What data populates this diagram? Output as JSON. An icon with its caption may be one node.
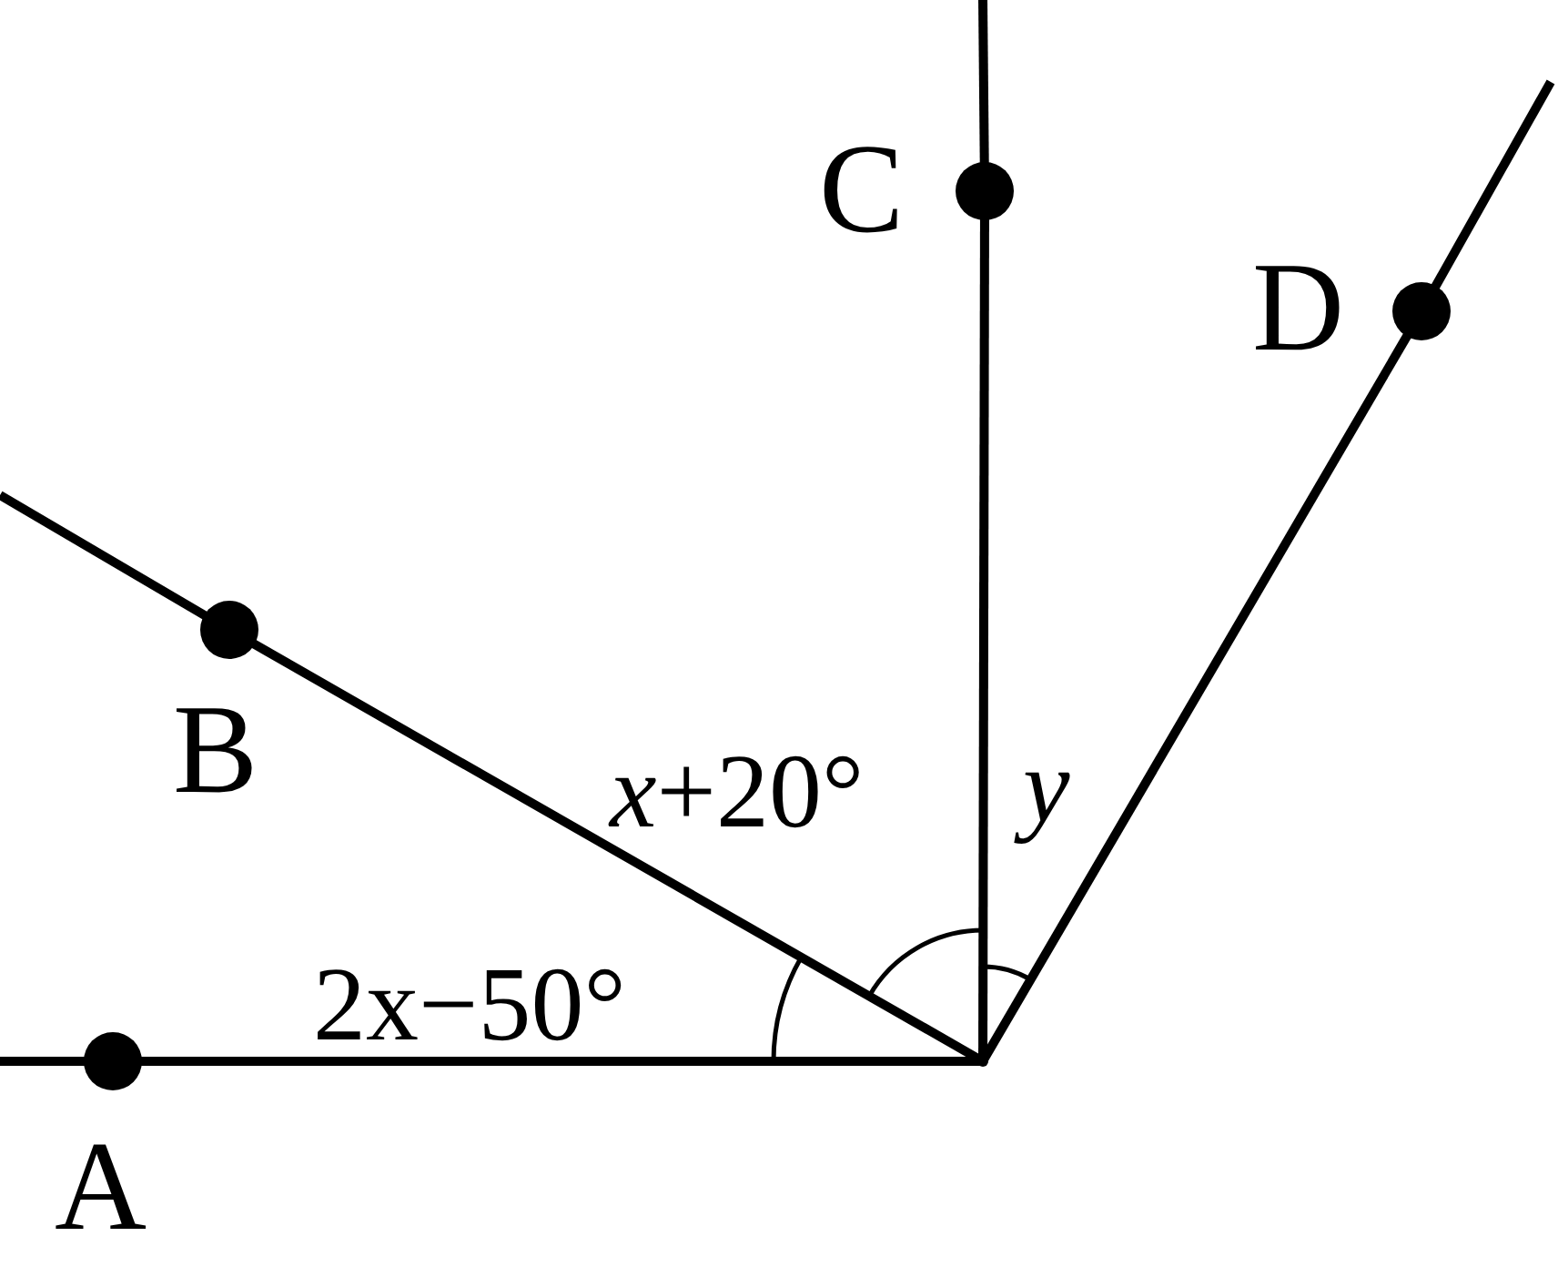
{
  "diagram": {
    "nodes": [
      {
        "text": [
          "A"
        ]
      },
      {
        "text": [
          "B"
        ]
      },
      {
        "text": [
          "C"
        ]
      },
      {
        "text": [
          "D"
        ]
      },
      {
        "text": [],
        "shape": "point"
      }
    ],
    "edges": [
      {
        "from": 4,
        "to": 0,
        "arrow": "none"
      },
      {
        "from": 4,
        "to": 1,
        "arrow": "none"
      },
      {
        "from": 4,
        "to": 2,
        "arrow": "none"
      },
      {
        "from": 4,
        "to": 3,
        "arrow": "none"
      }
    ],
    "labels": [
      "*x*+20°",
      "*y*",
      "2x−50°"
    ]
  }
}
